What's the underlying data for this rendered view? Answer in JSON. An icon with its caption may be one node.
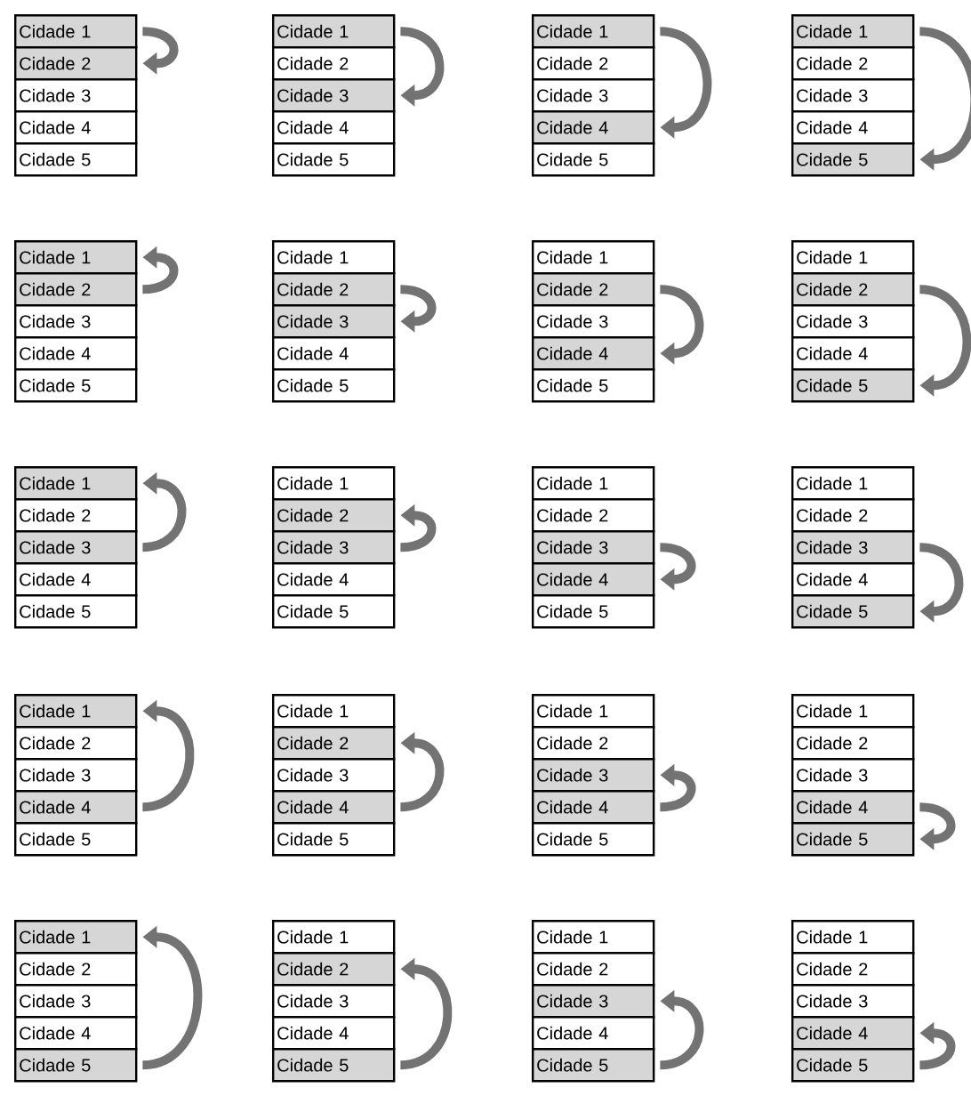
{
  "diagram": {
    "nodes": [
      {
        "text": [
          "Cidade 1"
        ]
      },
      {
        "text": [
          "Cidade 2"
        ]
      },
      {
        "text": [
          "Cidade 3"
        ]
      },
      {
        "text": [
          "Cidade 4"
        ]
      },
      {
        "text": [
          "Cidade 5"
        ]
      },
      {
        "text": [
          "Cidade 1"
        ]
      },
      {
        "text": [
          "Cidade 2"
        ]
      },
      {
        "text": [
          "Cidade 3"
        ]
      },
      {
        "text": [
          "Cidade 4"
        ]
      },
      {
        "text": [
          "Cidade 5"
        ]
      },
      {
        "text": [
          "Cidade 1"
        ]
      },
      {
        "text": [
          "Cidade 2"
        ]
      },
      {
        "text": [
          "Cidade 3"
        ]
      },
      {
        "text": [
          "Cidade 4"
        ]
      },
      {
        "text": [
          "Cidade 5"
        ]
      },
      {
        "text": [
          "Cidade 1"
        ]
      },
      {
        "text": [
          "Cidade 2"
        ]
      },
      {
        "text": [
          "Cidade 3"
        ]
      },
      {
        "text": [
          "Cidade 4"
        ]
      },
      {
        "text": [
          "Cidade 5"
        ]
      },
      {
        "text": [
          "Cidade 1"
        ]
      },
      {
        "text": [
          "Cidade 2"
        ]
      },
      {
        "text": [
          "Cidade 3"
        ]
      },
      {
        "text": [
          "Cidade 4"
        ]
      },
      {
        "text": [
          "Cidade 5"
        ]
      },
      {
        "text": [
          "Cidade 1"
        ]
      },
      {
        "text": [
          "Cidade 2"
        ]
      },
      {
        "text": [
          "Cidade 3"
        ]
      },
      {
        "text": [
          "Cidade 4"
        ]
      },
      {
        "text": [
          "Cidade 5"
        ]
      },
      {
        "text": [
          "Cidade 1"
        ]
      },
      {
        "text": [
          "Cidade 2"
        ]
      },
      {
        "text": [
          "Cidade 3"
        ]
      },
      {
        "text": [
          "Cidade 4"
        ]
      },
      {
        "text": [
          "Cidade 5"
        ]
      },
      {
        "text": [
          "Cidade 1"
        ]
      },
      {
        "text": [
          "Cidade 2"
        ]
      },
      {
        "text": [
          "Cidade 3"
        ]
      },
      {
        "text": [
          "Cidade 4"
        ]
      },
      {
        "text": [
          "Cidade 5"
        ]
      },
      {
        "text": [
          "Cidade 1"
        ]
      },
      {
        "text": [
          "Cidade 2"
        ]
      },
      {
        "text": [
          "Cidade 3"
        ]
      },
      {
        "text": [
          "Cidade 4"
        ]
      },
      {
        "text": [
          "Cidade 5"
        ]
      },
      {
        "text": [
          "Cidade 1"
        ]
      },
      {
        "text": [
          "Cidade 2"
        ]
      },
      {
        "text": [
          "Cidade 3"
        ]
      },
      {
        "text": [
          "Cidade 4"
        ]
      },
      {
        "text": [
          "Cidade 5"
        ]
      },
      {
        "text": [
          "Cidade 1"
        ]
      },
      {
        "text": [
          "Cidade 2"
        ]
      },
      {
        "text": [
          "Cidade 3"
        ]
      },
      {
        "text": [
          "Cidade 4"
        ]
      },
      {
        "text": [
          "Cidade 5"
        ]
      },
      {
        "text": [
          "Cidade 1"
        ]
      },
      {
        "text": [
          "Cidade 2"
        ]
      },
      {
        "text": [
          "Cidade 3"
        ]
      },
      {
        "text": [
          "Cidade 4"
        ]
      },
      {
        "text": [
          "Cidade 5"
        ]
      },
      {
        "text": [
          "Cidade 1"
        ]
      },
      {
        "text": [
          "Cidade 2"
        ]
      },
      {
        "text": [
          "Cidade 3"
        ]
      },
      {
        "text": [
          "Cidade 4"
        ]
      },
      {
        "text": [
          "Cidade 5"
        ]
      },
      {
        "text": [
          "Cidade 1"
        ]
      },
      {
        "text": [
          "Cidade 2"
        ]
      },
      {
        "text": [
          "Cidade 3"
        ]
      },
      {
        "text": [
          "Cidade 4"
        ]
      },
      {
        "text": [
          "Cidade 5"
        ]
      },
      {
        "text": [
          "Cidade 1"
        ]
      },
      {
        "text": [
          "Cidade 2"
        ]
      },
      {
        "text": [
          "Cidade 3"
        ]
      },
      {
        "text": [
          "Cidade 4"
        ]
      },
      {
        "text": [
          "Cidade 5"
        ]
      },
      {
        "text": [
          "Cidade 1"
        ]
      },
      {
        "text": [
          "Cidade 2"
        ]
      },
      {
        "text": [
          "Cidade 3"
        ]
      },
      {
        "text": [
          "Cidade 4"
        ]
      },
      {
        "text": [
          "Cidade 5"
        ]
      },
      {
        "text": [
          "Cidade 1"
        ]
      },
      {
        "text": [
          "Cidade 2"
        ]
      },
      {
        "text": [
          "Cidade 3"
        ]
      },
      {
        "text": [
          "Cidade 4"
        ]
      },
      {
        "text": [
          "Cidade 5"
        ]
      },
      {
        "text": [
          "Cidade 1"
        ]
      },
      {
        "text": [
          "Cidade 2"
        ]
      },
      {
        "text": [
          "Cidade 3"
        ]
      },
      {
        "text": [
          "Cidade 4"
        ]
      },
      {
        "text": [
          "Cidade 5"
        ]
      },
      {
        "text": [
          "Cidade 1"
        ]
      },
      {
        "text": [
          "Cidade 2"
        ]
      },
      {
        "text": [
          "Cidade 3"
        ]
      },
      {
        "text": [
          "Cidade 4"
        ]
      },
      {
        "text": [
          "Cidade 5"
        ]
      },
      {
        "text": [
          "Cidade 1"
        ]
      },
      {
        "text": [
          "Cidade 2"
        ]
      },
      {
        "text": [
          "Cidade 3"
        ]
      },
      {
        "text": [
          "Cidade 4"
        ]
      },
      {
        "text": [
          "Cidade 5"
        ]
      }
    ],
    "edges": [
      {
        "from": 0,
        "to": 1,
        "arrow": "to"
      },
      {
        "from": 5,
        "to": 7,
        "arrow": "to"
      },
      {
        "from": 10,
        "to": 13,
        "arrow": "to"
      },
      {
        "from": 15,
        "to": 19,
        "arrow": "to"
      },
      {
        "from": 21,
        "to": 20,
        "arrow": "to"
      },
      {
        "from": 26,
        "to": 27,
        "arrow": "to"
      },
      {
        "from": 31,
        "to": 33,
        "arrow": "to"
      },
      {
        "from": 36,
        "to": 39,
        "arrow": "to"
      },
      {
        "from": 42,
        "to": 40,
        "arrow": "to"
      },
      {
        "from": 47,
        "to": 46,
        "arrow": "to"
      },
      {
        "from": 52,
        "to": 53,
        "arrow": "to"
      },
      {
        "from": 57,
        "to": 59,
        "arrow": "to"
      },
      {
        "from": 63,
        "to": 60,
        "arrow": "to"
      },
      {
        "from": 68,
        "to": 66,
        "arrow": "to"
      },
      {
        "from": 73,
        "to": 72,
        "arrow": "to"
      },
      {
        "from": 78,
        "to": 79,
        "arrow": "to"
      },
      {
        "from": 84,
        "to": 80,
        "arrow": "to"
      },
      {
        "from": 89,
        "to": 86,
        "arrow": "to"
      },
      {
        "from": 94,
        "to": 92,
        "arrow": "to"
      },
      {
        "from": 99,
        "to": 98,
        "arrow": "to"
      }
    ]
  }
}
